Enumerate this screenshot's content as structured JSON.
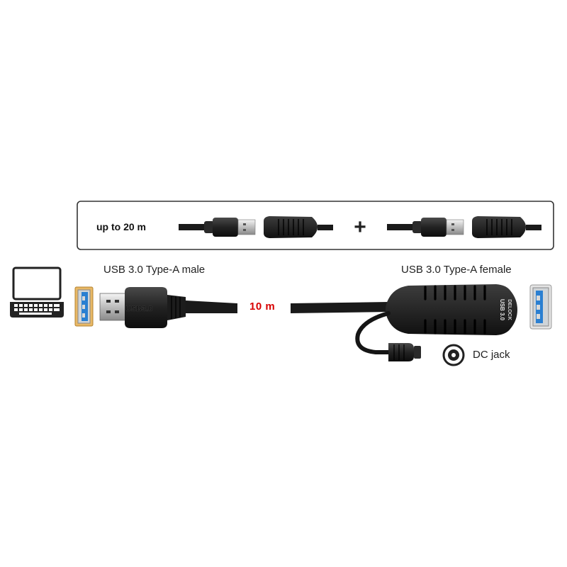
{
  "banner": {
    "range_label": "up to 20 m",
    "plus_symbol": "+"
  },
  "labels": {
    "male_connector": "USB 3.0 Type-A male",
    "female_connector": "USB 3.0 Type-A female",
    "cable_length": "10 m",
    "dc_jack": "DC jack"
  },
  "connector_texts": {
    "plug_brand": "USB3.0",
    "repeater_brand": "DELOCK",
    "repeater_model": "USB 3.0"
  },
  "colors": {
    "length_label": "#d80000",
    "usb3_port": "#2a7fd1",
    "port_frame": "#e0b060",
    "cable": "#1a1a1a"
  }
}
